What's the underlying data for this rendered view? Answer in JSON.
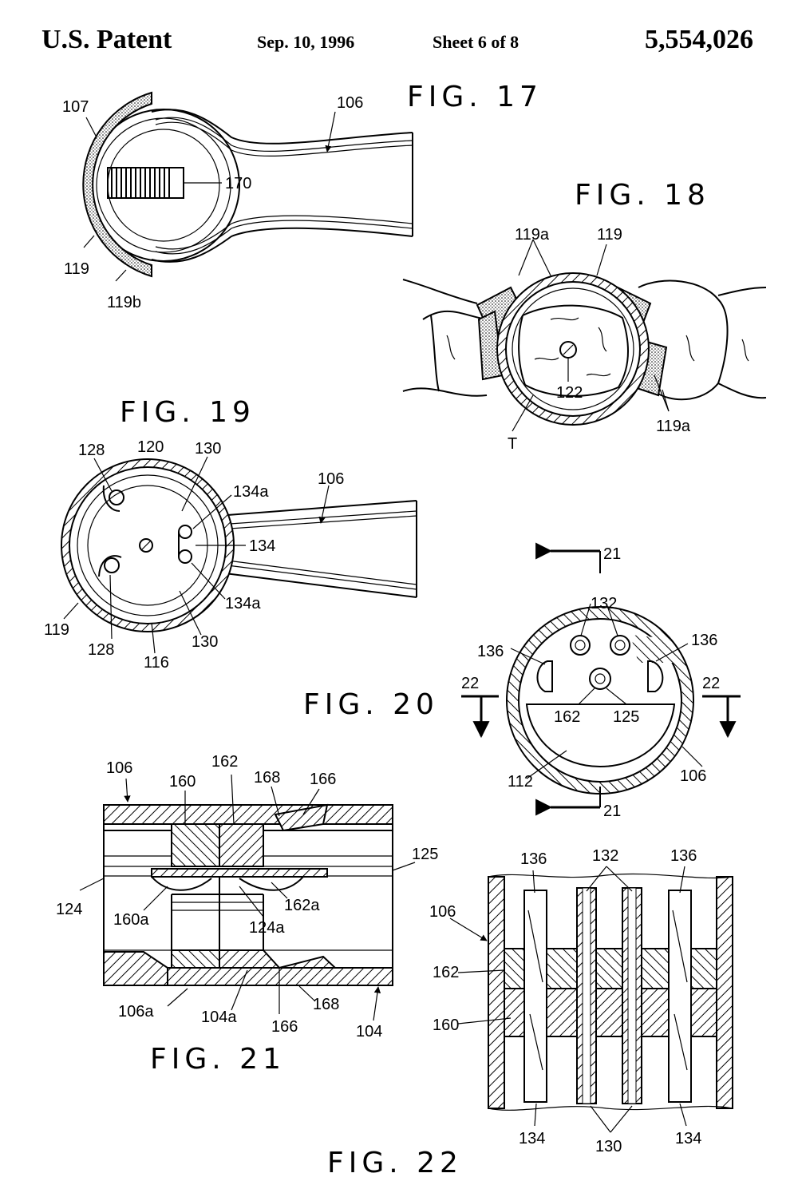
{
  "header": {
    "patent_label": "U.S. Patent",
    "date": "Sep. 10, 1996",
    "sheet": "Sheet 6 of 8",
    "number": "5,554,026"
  },
  "figures": {
    "fig17": "FIG. 17",
    "fig18": "FIG. 18",
    "fig19": "FIG. 19",
    "fig20": "FIG. 20",
    "fig21": "FIG. 21",
    "fig22": "FIG. 22"
  },
  "refs": {
    "fig17": [
      "107",
      "106",
      "170",
      "119",
      "119b"
    ],
    "fig18": [
      "119a",
      "119",
      "122",
      "T",
      "119a"
    ],
    "fig19": [
      "128",
      "120",
      "130",
      "106",
      "134a",
      "134",
      "134a",
      "119",
      "128",
      "116",
      "130"
    ],
    "fig20": [
      "21",
      "132",
      "136",
      "136",
      "22",
      "22",
      "162",
      "125",
      "112",
      "106",
      "21"
    ],
    "fig21": [
      "106",
      "160",
      "162",
      "168",
      "166",
      "125",
      "124",
      "160a",
      "162a",
      "124a",
      "106a",
      "104a",
      "166",
      "168",
      "104"
    ],
    "fig22": [
      "136",
      "132",
      "136",
      "106",
      "162",
      "160",
      "134",
      "130",
      "134"
    ]
  }
}
